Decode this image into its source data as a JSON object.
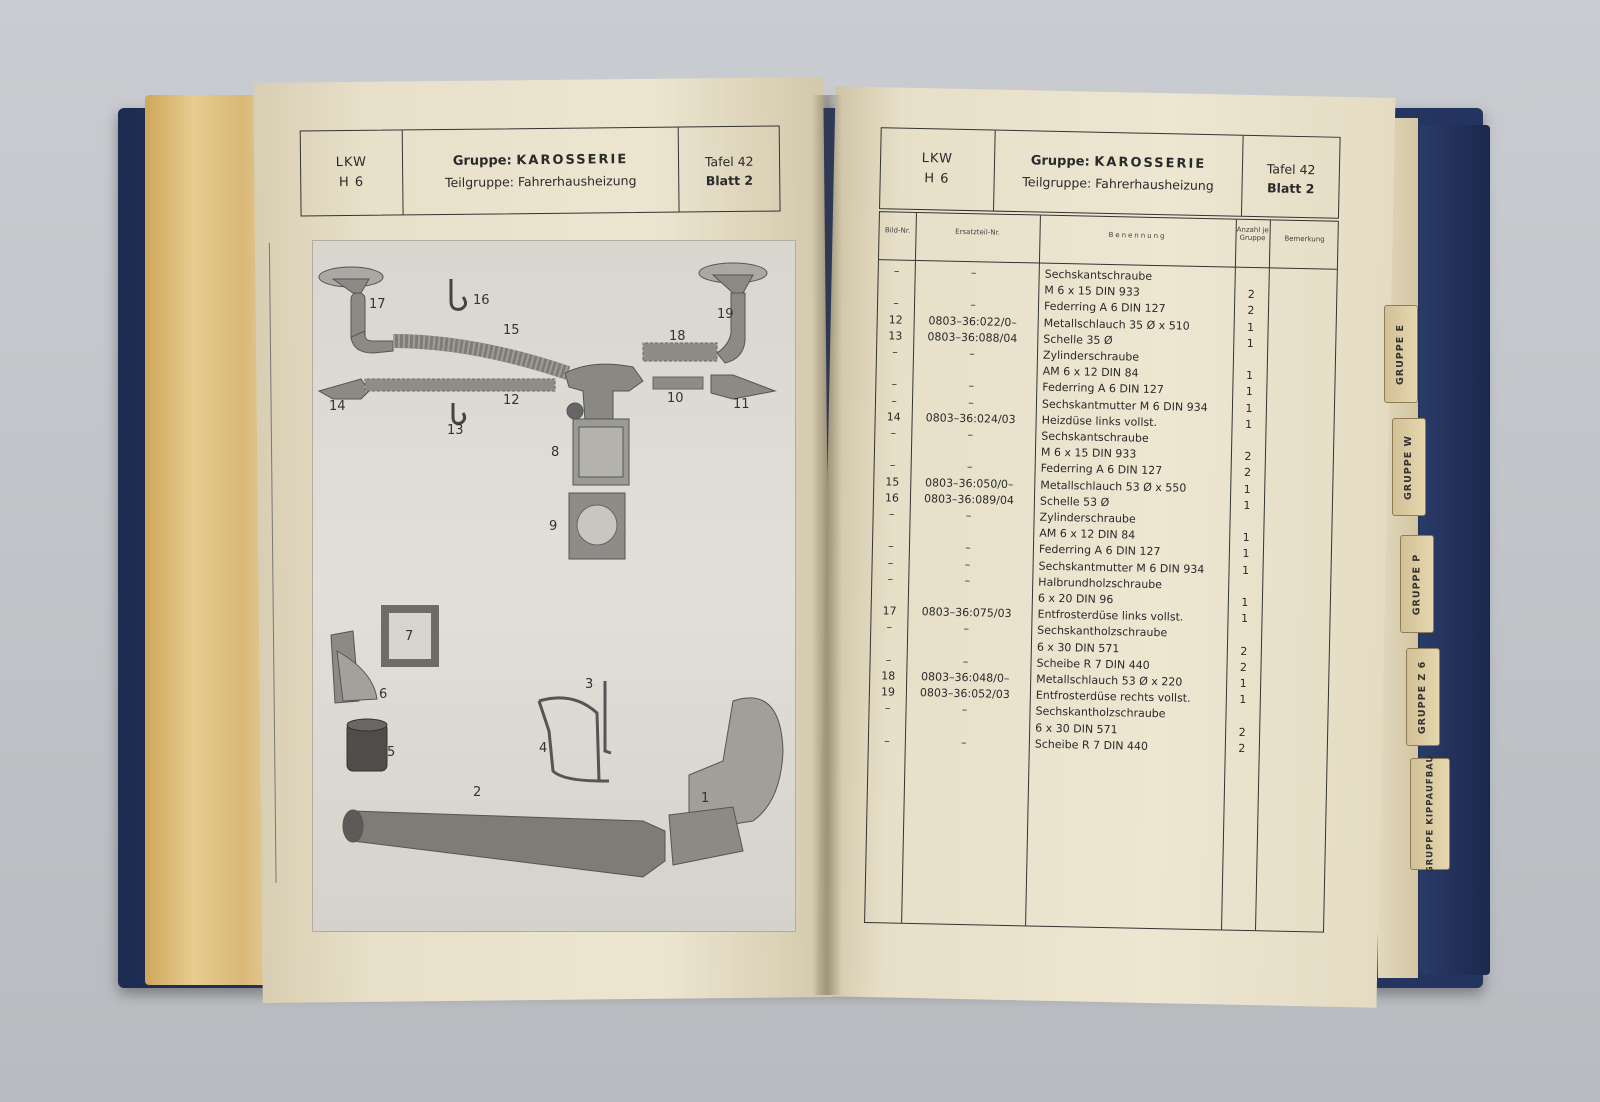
{
  "left_page": {
    "header": {
      "vehicle": "LKW",
      "model": "H 6",
      "group_label": "Gruppe:",
      "group_name": "KAROSSERIE",
      "subgroup": "Teilgruppe: Fahrerhausheizung",
      "tafel": "Tafel 42",
      "blatt": "Blatt 2"
    },
    "callouts": [
      "17",
      "16",
      "15",
      "18",
      "19",
      "14",
      "12",
      "13",
      "10",
      "11",
      "8",
      "9",
      "7",
      "6",
      "5",
      "3",
      "4",
      "2",
      "1"
    ]
  },
  "right_page": {
    "header": {
      "vehicle": "LKW",
      "model": "H 6",
      "group_label": "Gruppe:",
      "group_name": "KAROSSERIE",
      "subgroup": "Teilgruppe: Fahrerhausheizung",
      "tafel": "Tafel 42",
      "blatt": "Blatt 2"
    },
    "columns": {
      "bild": "Bild-Nr.",
      "ersatzteil": "Ersatzteil-Nr.",
      "benennung": "Benennung",
      "anzahl": "Anzahl je Gruppe",
      "bemerkung": "Bemerkung"
    },
    "rows": [
      {
        "bild": "–",
        "nr": "–",
        "ben": "Sechskantschraube",
        "anz": ""
      },
      {
        "bild": "",
        "nr": "",
        "ben": "M 6 x 15 DIN 933",
        "anz": "2"
      },
      {
        "bild": "–",
        "nr": "–",
        "ben": "Federring A 6 DIN 127",
        "anz": "2"
      },
      {
        "bild": "12",
        "nr": "0803–36:022/0–",
        "ben": "Metallschlauch 35 Ø x 510",
        "anz": "1"
      },
      {
        "bild": "13",
        "nr": "0803–36:088/04",
        "ben": "Schelle 35 Ø",
        "anz": "1"
      },
      {
        "bild": "–",
        "nr": "–",
        "ben": "Zylinderschraube",
        "anz": ""
      },
      {
        "bild": "",
        "nr": "",
        "ben": "AM 6 x 12 DIN 84",
        "anz": "1"
      },
      {
        "bild": "–",
        "nr": "–",
        "ben": "Federring A 6 DIN 127",
        "anz": "1"
      },
      {
        "bild": "–",
        "nr": "–",
        "ben": "Sechskantmutter M 6 DIN 934",
        "anz": "1"
      },
      {
        "bild": "14",
        "nr": "0803–36:024/03",
        "ben": "Heizdüse links vollst.",
        "anz": "1"
      },
      {
        "bild": "–",
        "nr": "–",
        "ben": "Sechskantschraube",
        "anz": ""
      },
      {
        "bild": "",
        "nr": "",
        "ben": "M 6 x 15 DIN 933",
        "anz": "2"
      },
      {
        "bild": "–",
        "nr": "–",
        "ben": "Federring A 6 DIN 127",
        "anz": "2"
      },
      {
        "bild": "15",
        "nr": "0803–36:050/0–",
        "ben": "Metallschlauch 53 Ø x 550",
        "anz": "1"
      },
      {
        "bild": "16",
        "nr": "0803–36:089/04",
        "ben": "Schelle 53 Ø",
        "anz": "1"
      },
      {
        "bild": "–",
        "nr": "–",
        "ben": "Zylinderschraube",
        "anz": ""
      },
      {
        "bild": "",
        "nr": "",
        "ben": "AM 6 x 12 DIN 84",
        "anz": "1"
      },
      {
        "bild": "–",
        "nr": "–",
        "ben": "Federring A 6 DIN 127",
        "anz": "1"
      },
      {
        "bild": "–",
        "nr": "–",
        "ben": "Sechskantmutter M 6 DIN 934",
        "anz": "1"
      },
      {
        "bild": "–",
        "nr": "–",
        "ben": "Halbrundholzschraube",
        "anz": ""
      },
      {
        "bild": "",
        "nr": "",
        "ben": "6 x 20 DIN 96",
        "anz": "1"
      },
      {
        "bild": "17",
        "nr": "0803–36:075/03",
        "ben": "Entfrosterdüse links vollst.",
        "anz": "1"
      },
      {
        "bild": "–",
        "nr": "–",
        "ben": "Sechskantholzschraube",
        "anz": ""
      },
      {
        "bild": "",
        "nr": "",
        "ben": "6 x 30 DIN 571",
        "anz": "2"
      },
      {
        "bild": "–",
        "nr": "–",
        "ben": "Scheibe R 7 DIN 440",
        "anz": "2"
      },
      {
        "bild": "18",
        "nr": "0803–36:048/0–",
        "ben": "Metallschlauch 53 Ø x 220",
        "anz": "1"
      },
      {
        "bild": "19",
        "nr": "0803–36:052/03",
        "ben": "Entfrosterdüse rechts vollst.",
        "anz": "1"
      },
      {
        "bild": "–",
        "nr": "–",
        "ben": "Sechskantholzschraube",
        "anz": ""
      },
      {
        "bild": "",
        "nr": "",
        "ben": "6 x 30 DIN 571",
        "anz": "2"
      },
      {
        "bild": "–",
        "nr": "–",
        "ben": "Scheibe R 7 DIN 440",
        "anz": "2"
      }
    ]
  },
  "tabs": [
    "GRUPPE E",
    "GRUPPE W",
    "GRUPPE P",
    "GRUPPE Z 6",
    "GRUPPE KIPPAUFBAU"
  ],
  "colors": {
    "cover": "#2c3e6e",
    "paper": "#ece5d0",
    "ink": "#2a2a2a"
  }
}
